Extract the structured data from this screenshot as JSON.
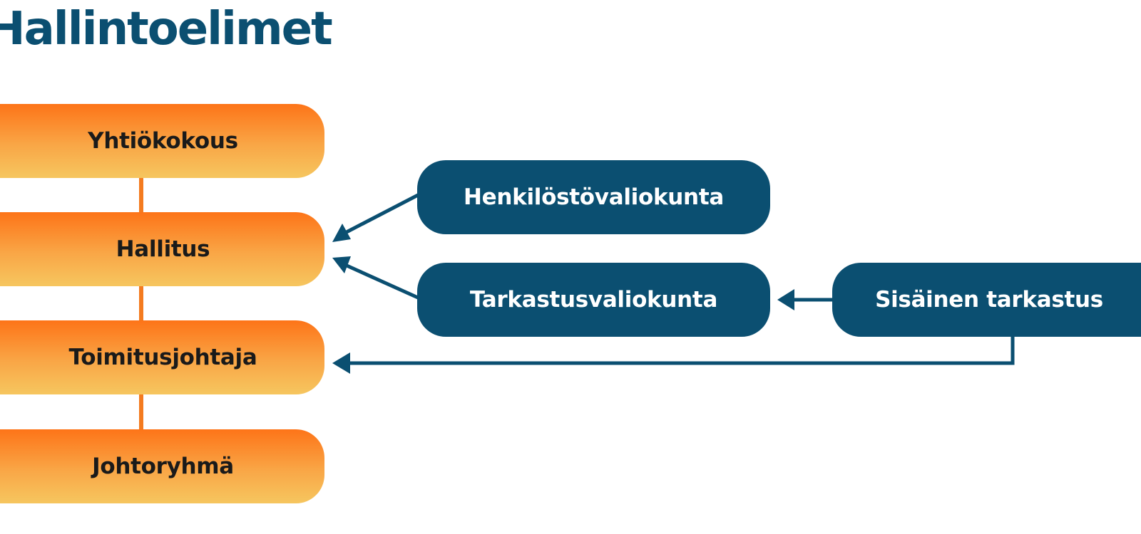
{
  "title": "Hallintoelimet",
  "nodes": {
    "yhtiokokous": "Yhtiökokous",
    "hallitus": "Hallitus",
    "toimitusjohtaja": "Toimitusjohtaja",
    "johtoryhma": "Johtoryhmä",
    "henkilostovaliokunta": "Henkilöstövaliokunta",
    "tarkastusvaliokunta": "Tarkastusvaliokunta",
    "sisainen_tarkastus": "Sisäinen tarkastus"
  },
  "colors": {
    "navy": "#0b4f71",
    "orange_top": "#fd7418",
    "orange_bottom": "#f6c65f",
    "connector_orange": "#f47b20"
  }
}
